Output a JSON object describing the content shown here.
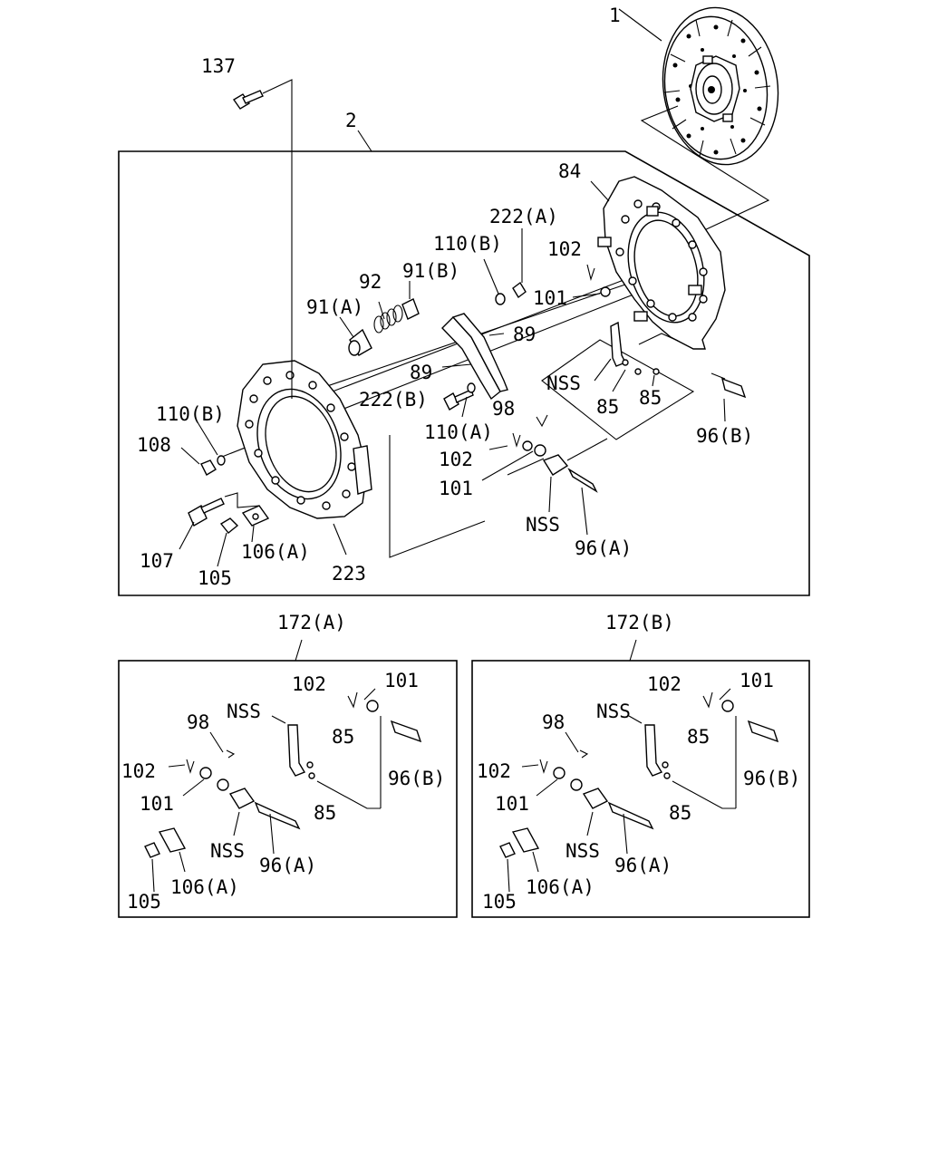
{
  "labels": {
    "p1": "1",
    "p137": "137",
    "p2": "2",
    "p84": "84",
    "p222a": "222(A)",
    "p110b_top": "110(B)",
    "p102_top": "102",
    "p92": "92",
    "p91b": "91(B)",
    "p91a": "91(A)",
    "p101_top": "101",
    "p89_a": "89",
    "p89_b": "89",
    "pNSS_top": "NSS",
    "p85_top_a": "85",
    "p85_top_b": "85",
    "p222b": "222(B)",
    "p110b_left": "110(B)",
    "p108": "108",
    "p98_top": "98",
    "p110a": "110(A)",
    "p102_mid": "102",
    "p96b_top": "96(B)",
    "p101_mid": "101",
    "pNSS_mid": "NSS",
    "p107": "107",
    "p106a_top": "106(A)",
    "p96a_top": "96(A)",
    "p105_top": "105",
    "p223": "223"
  },
  "subA": {
    "title": "172(A)",
    "p102_a": "102",
    "p101_a": "101",
    "p98": "98",
    "pNSS_a": "NSS",
    "p85_a": "85",
    "p102_b": "102",
    "p96b": "96(B)",
    "p101_b": "101",
    "p85_b": "85",
    "pNSS_b": "NSS",
    "p96a": "96(A)",
    "p106a": "106(A)",
    "p105": "105"
  },
  "subB": {
    "title": "172(B)",
    "p102_a": "102",
    "p101_a": "101",
    "p98": "98",
    "pNSS_a": "NSS",
    "p85_a": "85",
    "p102_b": "102",
    "p96b": "96(B)",
    "p101_b": "101",
    "p85_b": "85",
    "pNSS_b": "NSS",
    "p96a": "96(A)",
    "p106a": "106(A)",
    "p105": "105"
  }
}
